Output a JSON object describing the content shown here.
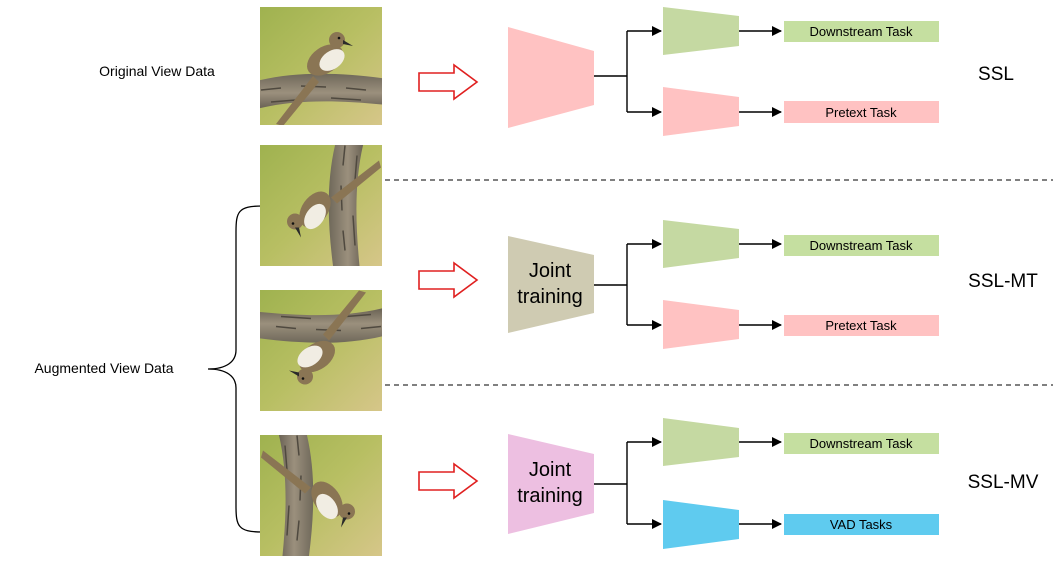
{
  "labels": {
    "original_view": "Original View Data",
    "augmented_view": "Augmented View Data"
  },
  "rows": [
    {
      "id": "ssl",
      "method_label": "SSL",
      "encoder_text": [
        "",
        ""
      ],
      "encoder_color": "#ffc2c2",
      "heads": [
        {
          "task": "Downstream Task",
          "head_color": "#c5d9a2",
          "box_color": "#c5dfa0"
        },
        {
          "task": "Pretext Task",
          "head_color": "#ffc2c2",
          "box_color": "#ffc2c2"
        }
      ]
    },
    {
      "id": "ssl-mt",
      "method_label": "SSL-MT",
      "encoder_text": [
        "Joint",
        "training"
      ],
      "encoder_color": "#cfcbb2",
      "heads": [
        {
          "task": "Downstream Task",
          "head_color": "#c5d9a2",
          "box_color": "#c5dfa0"
        },
        {
          "task": "Pretext Task",
          "head_color": "#ffc2c2",
          "box_color": "#ffc2c2"
        }
      ]
    },
    {
      "id": "ssl-mv",
      "method_label": "SSL-MV",
      "encoder_text": [
        "Joint",
        "training"
      ],
      "encoder_color": "#edbfe1",
      "heads": [
        {
          "task": "Downstream Task",
          "head_color": "#c5d9a2",
          "box_color": "#c5dfa0"
        },
        {
          "task": "VAD Tasks",
          "head_color": "#5fcbef",
          "box_color": "#5fcbef"
        }
      ]
    }
  ],
  "colors": {
    "arrow_outline": "#e02020",
    "line": "#000000",
    "photo_bg_top": "#a9b95a",
    "photo_bg_bottom": "#c8c27a",
    "branch": "#8c8272",
    "bird_body": "#8a7554",
    "bird_belly": "#f1ede3"
  },
  "images": [
    {
      "name": "original-bird-photo",
      "view": "original"
    },
    {
      "name": "augmented-bird-photo-1",
      "view": "augmented"
    },
    {
      "name": "augmented-bird-photo-2",
      "view": "augmented"
    },
    {
      "name": "augmented-bird-photo-3",
      "view": "augmented"
    }
  ]
}
